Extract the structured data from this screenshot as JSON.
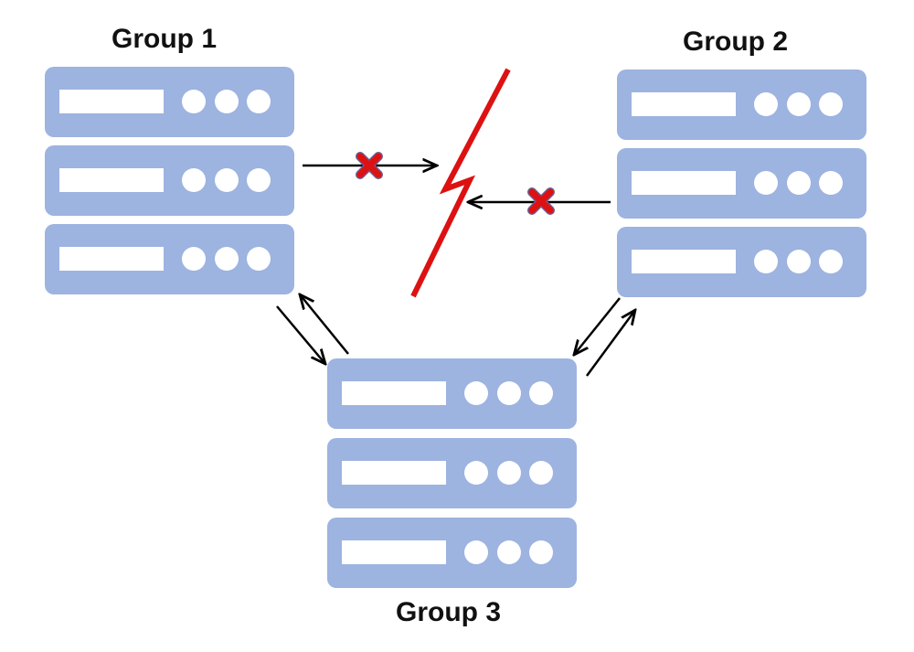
{
  "groups": [
    {
      "id": "group-1",
      "label": "Group 1",
      "servers": 3
    },
    {
      "id": "group-2",
      "label": "Group 2",
      "servers": 3
    },
    {
      "id": "group-3",
      "label": "Group 3",
      "servers": 3
    }
  ],
  "connections": [
    {
      "from": "group-1",
      "to": "partition",
      "status": "blocked"
    },
    {
      "from": "group-2",
      "to": "partition",
      "status": "blocked"
    },
    {
      "from": "group-1",
      "to": "group-3",
      "status": "bidirectional"
    },
    {
      "from": "group-2",
      "to": "group-3",
      "status": "bidirectional"
    }
  ],
  "colors": {
    "server_fill": "#9db3e0",
    "server_slot": "#ffffff",
    "partition": "#dd1111",
    "blocked_marker": "#dd1111",
    "arrow": "#000000"
  },
  "icons": {
    "server": "server-rack-icon",
    "blocked": "cross-icon",
    "partition": "lightning-bolt-icon"
  }
}
